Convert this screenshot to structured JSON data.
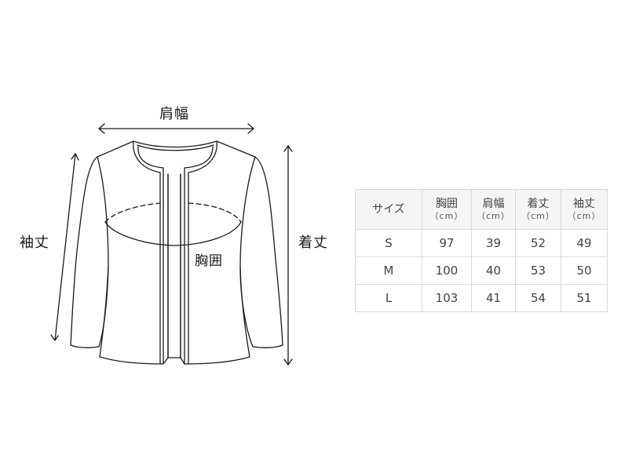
{
  "diagram": {
    "labels": {
      "shoulder_width": "肩幅",
      "sleeve_length": "袖丈",
      "body_length": "着丈",
      "chest": "胸囲"
    },
    "line_color": "#1a1a1a"
  },
  "size_table": {
    "headers": [
      {
        "label": "サイズ",
        "unit": ""
      },
      {
        "label": "胸囲",
        "unit": "（cm）"
      },
      {
        "label": "肩幅",
        "unit": "（cm）"
      },
      {
        "label": "着丈",
        "unit": "（cm）"
      },
      {
        "label": "袖丈",
        "unit": "（cm）"
      }
    ],
    "rows": [
      {
        "size": "S",
        "chest": "97",
        "shoulder": "39",
        "length": "52",
        "sleeve": "49"
      },
      {
        "size": "M",
        "chest": "100",
        "shoulder": "40",
        "length": "53",
        "sleeve": "50"
      },
      {
        "size": "L",
        "chest": "103",
        "shoulder": "41",
        "length": "54",
        "sleeve": "51"
      }
    ],
    "header_bg": "#f5f5f5",
    "border_color": "#d9d9d9"
  }
}
